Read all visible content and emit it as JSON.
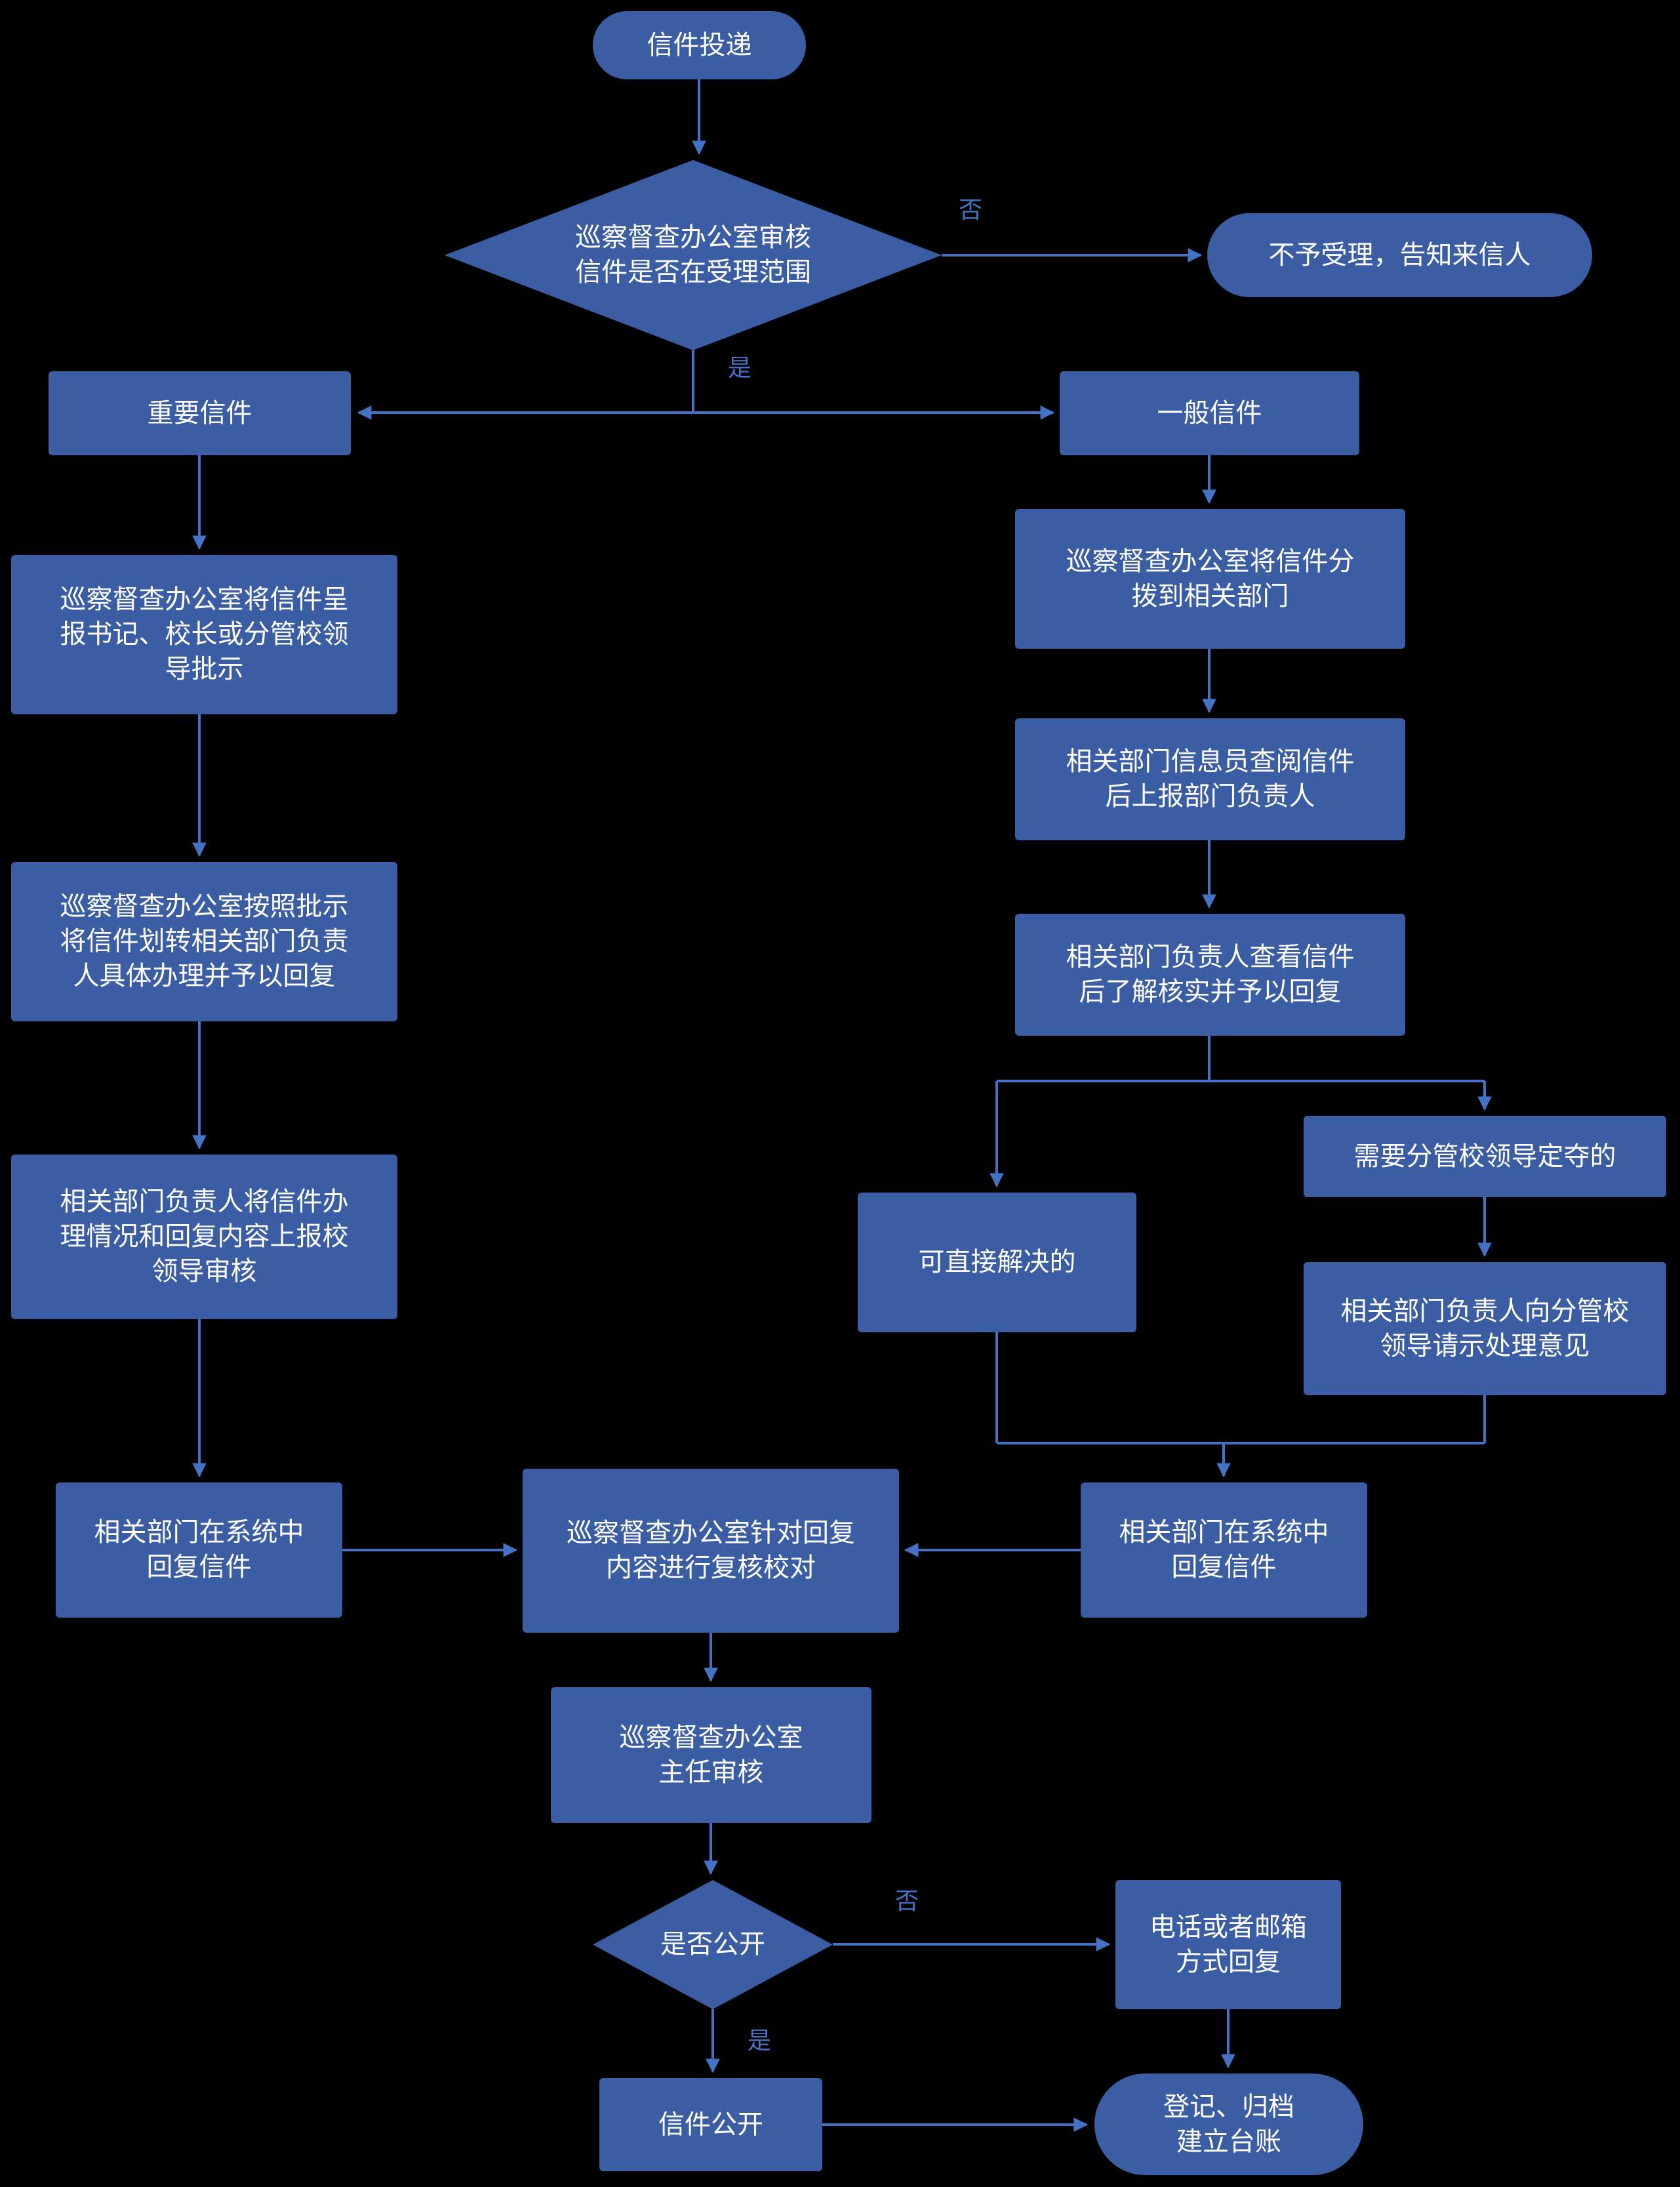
{
  "colors": {
    "background": "#000000",
    "node_fill": "#3b5da4",
    "connector": "#4472c4",
    "text": "#ffffff",
    "label_text": "#4472c4"
  },
  "nodes": {
    "start": {
      "label": "信件投递"
    },
    "scope_review": {
      "label": "巡察督查办公室审核\n信件是否在受理范围"
    },
    "reject": {
      "label": "不予受理，告知来信人"
    },
    "important": {
      "label": "重要信件"
    },
    "general": {
      "label": "一般信件"
    },
    "important_report": {
      "label": "巡察督查办公室将信件呈\n报书记、校长或分管校领\n导批示"
    },
    "important_transfer": {
      "label": "巡察督查办公室按照批示\n将信件划转相关部门负责\n人具体办理并予以回复"
    },
    "important_review": {
      "label": "相关部门负责人将信件办\n理情况和回复内容上报校\n领导审核"
    },
    "important_reply": {
      "label": "相关部门在系统中\n回复信件"
    },
    "general_dispatch": {
      "label": "巡察督查办公室将信件分\n拨到相关部门"
    },
    "general_inform": {
      "label": "相关部门信息员查阅信件\n后上报部门负责人"
    },
    "general_verify": {
      "label": "相关部门负责人查看信件\n后了解核实并予以回复"
    },
    "direct_solve": {
      "label": "可直接解决的"
    },
    "need_leader": {
      "label": "需要分管校领导定夺的"
    },
    "ask_leader": {
      "label": "相关部门负责人向分管校\n领导请示处理意见"
    },
    "general_reply": {
      "label": "相关部门在系统中\n回复信件"
    },
    "recheck": {
      "label": "巡察督查办公室针对回复\n内容进行复核校对"
    },
    "director_review": {
      "label": "巡察督查办公室\n主任审核"
    },
    "is_public": {
      "label": "是否公开"
    },
    "phone_reply": {
      "label": "电话或者邮箱\n方式回复"
    },
    "letter_public": {
      "label": "信件公开"
    },
    "archive": {
      "label": "登记、归档\n建立台账"
    }
  },
  "edge_labels": {
    "scope_no": "否",
    "scope_yes": "是",
    "public_no": "否",
    "public_yes": "是"
  }
}
